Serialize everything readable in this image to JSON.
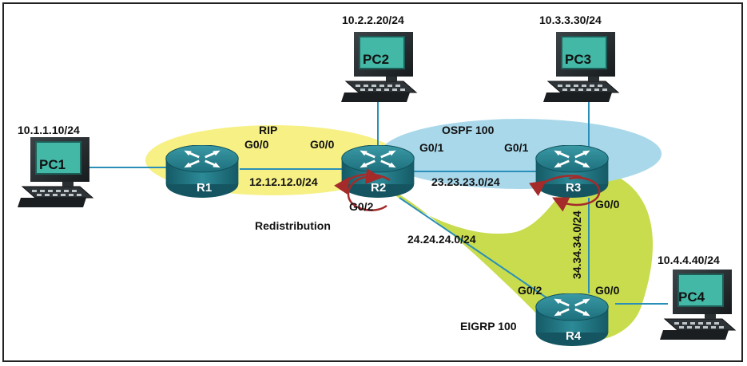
{
  "domains": {
    "rip": "RIP",
    "ospf": "OSPF 100",
    "eigrp": "EIGRP 100"
  },
  "redistribution_label": "Redistribution",
  "routers": {
    "r1": "R1",
    "r2": "R2",
    "r3": "R3",
    "r4": "R4"
  },
  "pcs": {
    "pc1": {
      "name": "PC1",
      "ip": "10.1.1.10/24"
    },
    "pc2": {
      "name": "PC2",
      "ip": "10.2.2.20/24"
    },
    "pc3": {
      "name": "PC3",
      "ip": "10.3.3.30/24"
    },
    "pc4": {
      "name": "PC4",
      "ip": "10.4.4.40/24"
    }
  },
  "networks": {
    "r1_r2": "12.12.12.0/24",
    "r2_r3": "23.23.23.0/24",
    "r2_r4": "24.24.24.0/24",
    "r3_r4": "34.34.34.0/24"
  },
  "interfaces": {
    "r1_g00": "G0/0",
    "r2_g00": "G0/0",
    "r2_g01": "G0/1",
    "r3_g01": "G0/1",
    "r2_g02": "G0/2",
    "r3_g00": "G0/0",
    "r4_g02": "G0/2",
    "r4_g00": "G0/0"
  },
  "colors": {
    "rip": "#f7f084",
    "ospf": "#a9d8ea",
    "eigrp": "#c8dc4e",
    "router": "#1f7e8c",
    "link": "#2a8fb8",
    "pc_screen": "#43b8a7",
    "redistribution_arrow": "#a52a2a"
  }
}
